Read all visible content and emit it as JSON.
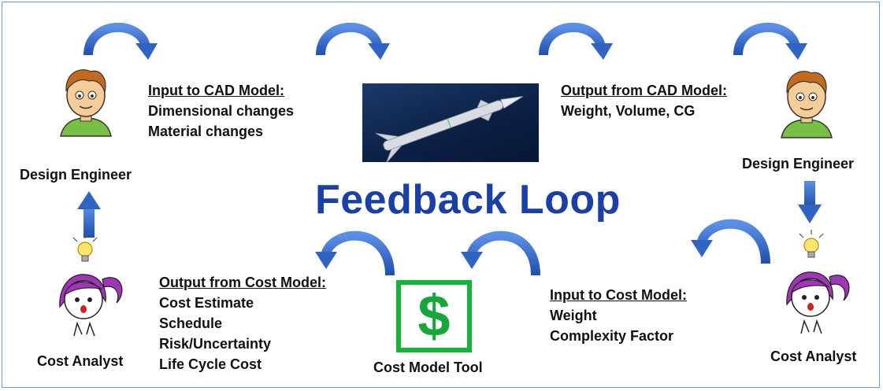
{
  "title": "Feedback Loop",
  "nodes": {
    "design_engineer_left": "Design Engineer",
    "design_engineer_right": "Design Engineer",
    "cost_analyst_left": "Cost Analyst",
    "cost_analyst_right": "Cost Analyst",
    "cost_model_tool": "Cost Model Tool"
  },
  "blocks": {
    "input_cad": {
      "header": "Input to CAD Model:",
      "items": [
        "Dimensional changes",
        "Material changes"
      ]
    },
    "output_cad": {
      "header": "Output from CAD Model:",
      "items": [
        "Weight, Volume, CG"
      ]
    },
    "output_cost": {
      "header": "Output from Cost Model:",
      "items": [
        "Cost Estimate",
        "Schedule",
        "Risk/Uncertainty",
        "Life Cycle Cost"
      ]
    },
    "input_cost": {
      "header": "Input to Cost Model:",
      "items": [
        "Weight",
        "Complexity Factor"
      ]
    }
  },
  "icons": {
    "rocket": "rocket-image-icon",
    "dollar": "dollar-sign-icon",
    "engineer": "engineer-avatar-icon",
    "analyst": "analyst-avatar-icon",
    "lightbulb": "lightbulb-icon",
    "arrow": "curved-arrow-icon"
  },
  "colors": {
    "arrow_blue": "#2f64c4",
    "title_blue": "#1a3fa6",
    "dollar_green": "#17a63a",
    "frame_blue": "#6f9ad6"
  }
}
